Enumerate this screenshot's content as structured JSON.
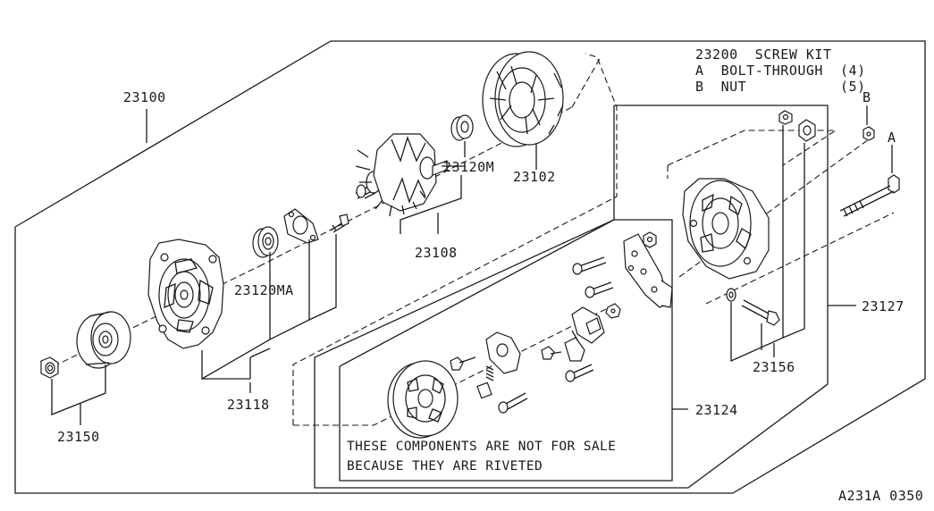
{
  "screw_kit": {
    "title": "23200  SCREW KIT",
    "item_a": "A  BOLT-THROUGH  (4)",
    "item_b": "B  NUT           (5)"
  },
  "callouts": {
    "c23100": "23100",
    "c23102": "23102",
    "c23120m": "23120M",
    "c23108": "23108",
    "c23120ma": "23120MA",
    "c23118": "23118",
    "c23150": "23150",
    "c23124": "23124",
    "c23127": "23127",
    "c23156": "23156",
    "letter_a": "A",
    "letter_b": "B"
  },
  "notice": {
    "line1": "THESE COMPONENTS ARE NOT FOR SALE",
    "line2": "BECAUSE THEY ARE RIVETED"
  },
  "figure_code": "A231A 0350"
}
